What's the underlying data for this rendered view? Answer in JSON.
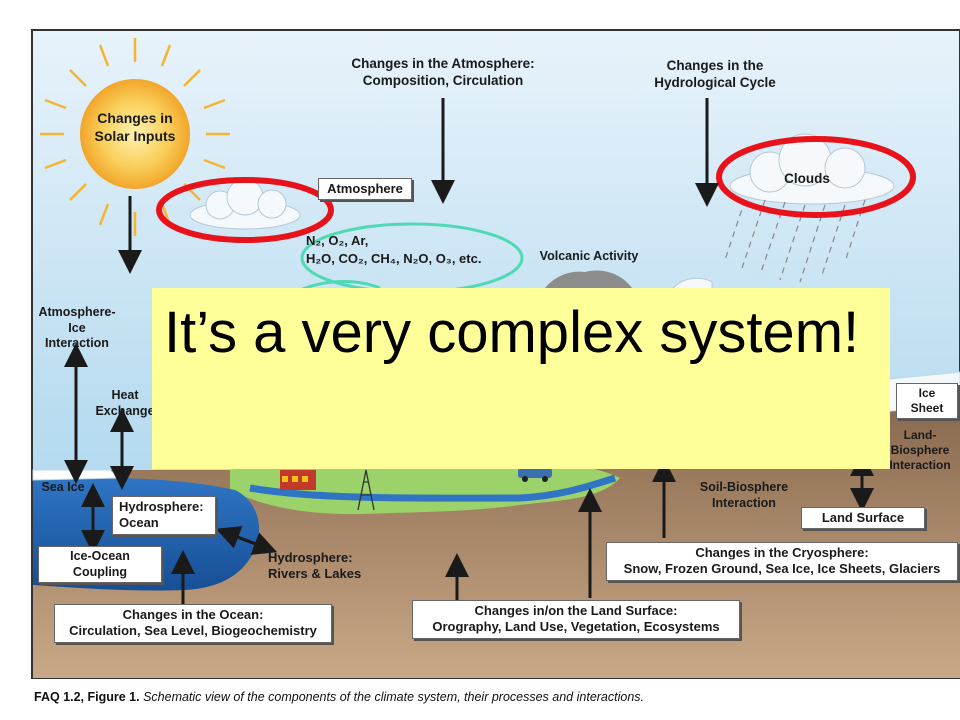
{
  "labels": {
    "solar_inputs": "Changes in\nSolar Inputs",
    "atmosphere_changes": "Changes in the Atmosphere:\nComposition, Circulation",
    "hydrological_cycle": "Changes in the\nHydrological Cycle",
    "atmosphere": "Atmosphere",
    "clouds": "Clouds",
    "gases_line1": "N₂, O₂, Ar,",
    "gases_line2": "H₂O, CO₂, CH₄, N₂O, O₃, etc.",
    "volcanic_activity": "Volcanic Activity",
    "atmosphere_ice": "Atmosphere-\nIce\nInteraction",
    "heat_exchange": "Heat\nExchange",
    "ice_sheet": "Ice Sheet",
    "land_biosphere": "Land-\nBiosphere\nInteraction",
    "sea_ice": "Sea Ice",
    "hydrosphere_ocean": "Hydrosphere:\nOcean",
    "soil_biosphere": "Soil-Biosphere\nInteraction",
    "land_surface": "Land Surface",
    "ice_ocean_coupling": "Ice-Ocean Coupling",
    "rivers_lakes": "Hydrosphere:\nRivers & Lakes",
    "cryosphere_changes": "Changes in the Cryosphere:\nSnow, Frozen Ground, Sea Ice, Ice Sheets, Glaciers",
    "ocean_changes": "Changes in the Ocean:\nCirculation, Sea Level, Biogeochemistry",
    "land_surface_changes": "Changes in/on the Land Surface:\nOrography, Land Use, Vegetation, Ecosystems"
  },
  "callout": "It’s a very complex system!",
  "caption": {
    "ref": "FAQ 1.2, Figure 1.",
    "text": "Schematic view of the components of the climate system, their processes and interactions."
  },
  "colors": {
    "sky": "#b9dcf0",
    "ocean": "#1f5fae",
    "land": "#9c7a5c",
    "highlight_red": "#e8121a",
    "highlight_teal": "#4fd9b4",
    "callout_bg": "#ffff99",
    "sun": "#f6b530"
  }
}
